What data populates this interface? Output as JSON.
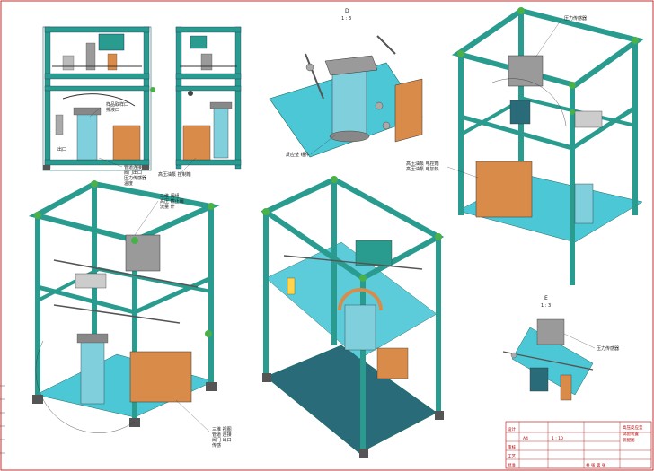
{
  "sheet": {
    "views": {
      "detail_d": {
        "letter": "D",
        "scale": "1 : 3"
      },
      "detail_e": {
        "letter": "E",
        "scale": "1 : 3"
      }
    },
    "callouts": {
      "front_sample_port": "样品取样口",
      "front_drain": "排液口",
      "front_outlet": "出口",
      "front_notes_1": "管道连接",
      "front_notes_2": "阀门出口",
      "front_notes_3": "压力传感器",
      "front_notes_4": "温度",
      "side_box": "高压油泵 控制箱",
      "d_vessel": "反应釜 组件",
      "d_heater": "高压油泵 电加热",
      "top_right_label": "压力传感器",
      "top_right_box": "高压油泵 电控箱",
      "mid_left_1": "三维 阀组",
      "mid_left_2": "高压 截止阀",
      "mid_left_3": "流量 计",
      "bottom_left_1": "三维 视图",
      "bottom_left_2": "管道 连接",
      "bottom_left_3": "阀门 出口",
      "bottom_left_4": "传感",
      "e_label": "压力传感器"
    },
    "title_block": {
      "line1": "高压反应釜",
      "line2": "试验装置",
      "line3": "装配图",
      "field_a": "A4",
      "field_b": "1 : 10",
      "row_labels": [
        "设计",
        "审核",
        "工艺",
        "批准"
      ],
      "bottom_right": "共 张 第 张"
    },
    "colors": {
      "frame": "#2a9c8f",
      "frame_dark": "#1a6b62",
      "floor": "#4cc7d6",
      "copper": "#d98b4a",
      "vessel": "#7fd0dc",
      "gray_block": "#8c8c8c",
      "green_valve": "#49b04a"
    }
  }
}
